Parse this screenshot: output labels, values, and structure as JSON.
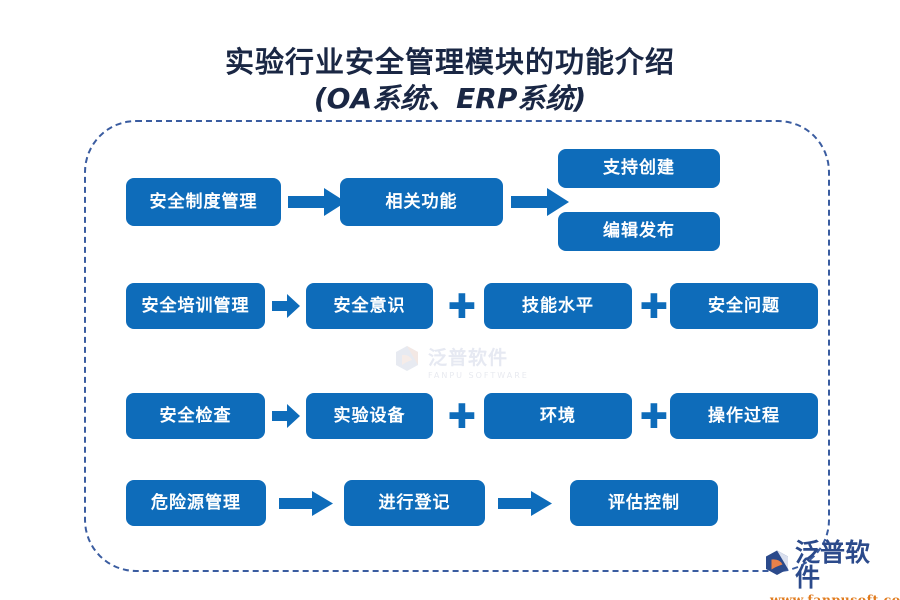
{
  "title": {
    "line1": "实验行业安全管理模块的功能介绍",
    "line2": "(OA系统、ERP系统)"
  },
  "colors": {
    "node_blue": "#0e6cba",
    "dashed_border": "#3a5ca0",
    "title_navy": "#1a2744",
    "logo_navy": "#2b4a8b",
    "logo_orange": "#e07b1e",
    "watermark_gray": "#e6e9f2",
    "background": "#ffffff"
  },
  "rows": [
    {
      "id": "row-1",
      "nodes": [
        {
          "id": "r1-n1",
          "label": "安全制度管理"
        },
        {
          "id": "r1-n2",
          "label": "相关功能"
        },
        {
          "id": "r1-n3",
          "label": "支持创建"
        },
        {
          "id": "r1-n4",
          "label": "编辑发布"
        }
      ],
      "connectors": [
        {
          "id": "r1-a1",
          "type": "arrow"
        },
        {
          "id": "r1-a2",
          "type": "arrow"
        }
      ]
    },
    {
      "id": "row-2",
      "nodes": [
        {
          "id": "r2-n1",
          "label": "安全培训管理"
        },
        {
          "id": "r2-n2",
          "label": "安全意识"
        },
        {
          "id": "r2-n3",
          "label": "技能水平"
        },
        {
          "id": "r2-n4",
          "label": "安全问题"
        }
      ],
      "connectors": [
        {
          "id": "r2-a1",
          "type": "arrow"
        },
        {
          "id": "r2-p1",
          "type": "plus",
          "symbol": "✚"
        },
        {
          "id": "r2-p2",
          "type": "plus",
          "symbol": "✚"
        }
      ]
    },
    {
      "id": "row-3",
      "nodes": [
        {
          "id": "r3-n1",
          "label": "安全检查"
        },
        {
          "id": "r3-n2",
          "label": "实验设备"
        },
        {
          "id": "r3-n3",
          "label": "环境"
        },
        {
          "id": "r3-n4",
          "label": "操作过程"
        }
      ],
      "connectors": [
        {
          "id": "r3-a1",
          "type": "arrow"
        },
        {
          "id": "r3-p1",
          "type": "plus",
          "symbol": "✚"
        },
        {
          "id": "r3-p2",
          "type": "plus",
          "symbol": "✚"
        }
      ]
    },
    {
      "id": "row-4",
      "nodes": [
        {
          "id": "r4-n1",
          "label": "危险源管理"
        },
        {
          "id": "r4-n2",
          "label": "进行登记"
        },
        {
          "id": "r4-n3",
          "label": "评估控制"
        }
      ],
      "connectors": [
        {
          "id": "r4-a1",
          "type": "arrow"
        },
        {
          "id": "r4-a2",
          "type": "arrow"
        }
      ]
    }
  ],
  "watermark": {
    "cn": "泛普软件",
    "en": "FANPU SOFTWARE"
  },
  "brand": {
    "cn": "泛普软件",
    "url": "www.fanpusoft.com"
  }
}
